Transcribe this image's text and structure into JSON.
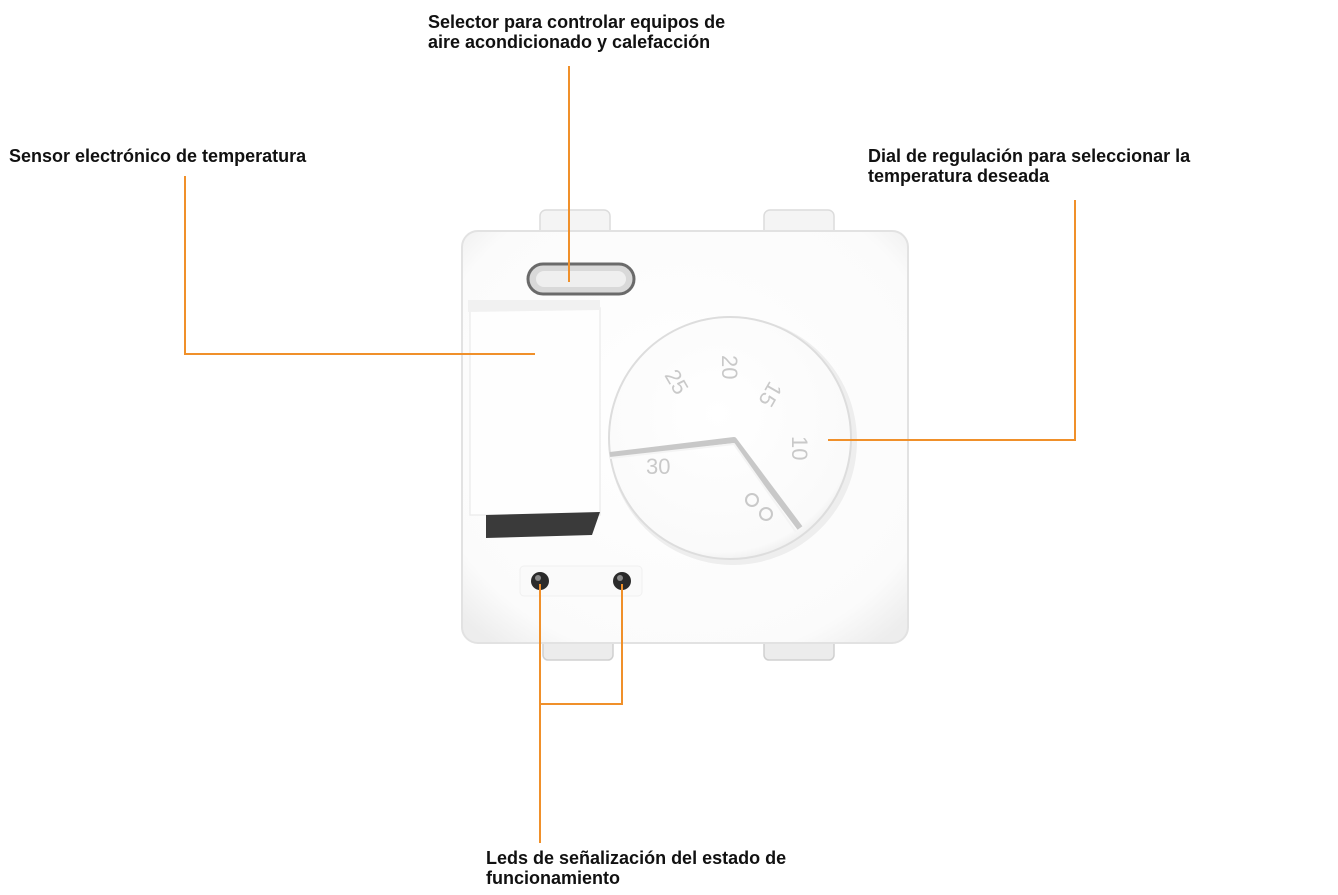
{
  "callouts": {
    "selector": {
      "line1": "Selector para controlar equipos de",
      "line2": "aire acondicionado y calefacción"
    },
    "sensor": "Sensor electrónico de temperatura",
    "dial": {
      "line1": "Dial de regulación para seleccionar la",
      "line2": "temperatura deseada"
    },
    "leds": {
      "line1": "Leds de señalización del estado de",
      "line2": "funcionamiento"
    }
  },
  "dial_markings": [
    "20",
    "25",
    "30",
    "15",
    "10"
  ],
  "colors": {
    "leader_line": "#f0902a",
    "device_body": "#ffffff",
    "led": "#2b2b2b"
  }
}
